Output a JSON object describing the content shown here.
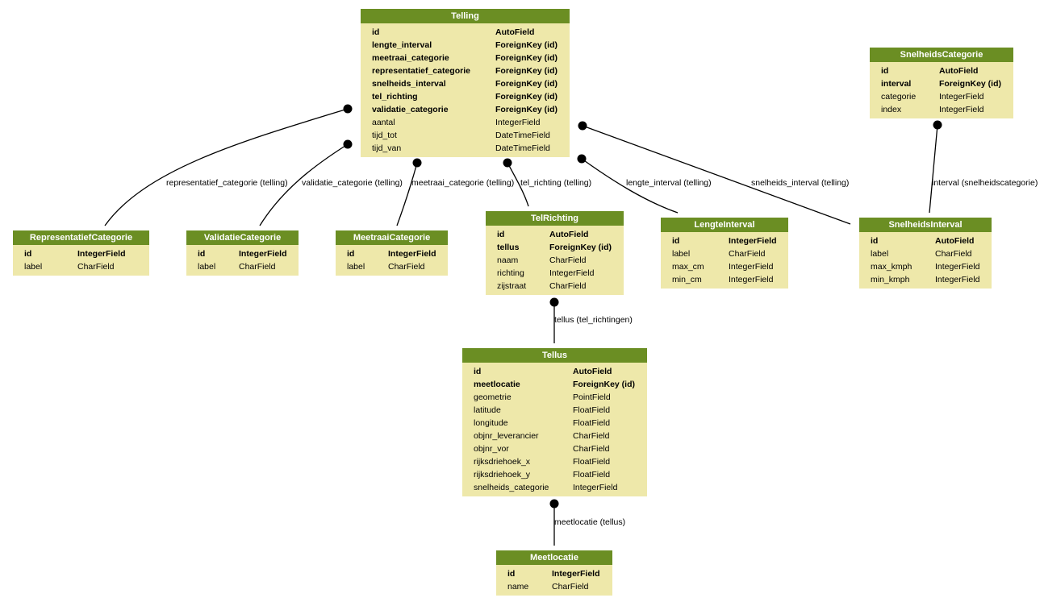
{
  "models": [
    {
      "key": "telling",
      "title": "Telling",
      "fields": [
        {
          "name": "id",
          "type": "AutoField",
          "style": "pk"
        },
        {
          "name": "lengte_interval",
          "type": "ForeignKey (id)",
          "style": "fk"
        },
        {
          "name": "meetraai_categorie",
          "type": "ForeignKey (id)",
          "style": "fk"
        },
        {
          "name": "representatief_categorie",
          "type": "ForeignKey (id)",
          "style": "fk"
        },
        {
          "name": "snelheids_interval",
          "type": "ForeignKey (id)",
          "style": "fk"
        },
        {
          "name": "tel_richting",
          "type": "ForeignKey (id)",
          "style": "fk"
        },
        {
          "name": "validatie_categorie",
          "type": "ForeignKey (id)",
          "style": "fk"
        },
        {
          "name": "aantal",
          "type": "IntegerField",
          "style": ""
        },
        {
          "name": "tijd_tot",
          "type": "DateTimeField",
          "style": ""
        },
        {
          "name": "tijd_van",
          "type": "DateTimeField",
          "style": ""
        }
      ]
    },
    {
      "key": "snelheidscategorie",
      "title": "SnelheidsCategorie",
      "fields": [
        {
          "name": "id",
          "type": "AutoField",
          "style": "pk"
        },
        {
          "name": "interval",
          "type": "ForeignKey (id)",
          "style": "fk"
        },
        {
          "name": "categorie",
          "type": "IntegerField",
          "style": ""
        },
        {
          "name": "index",
          "type": "IntegerField",
          "style": ""
        }
      ]
    },
    {
      "key": "representatiefcategorie",
      "title": "RepresentatiefCategorie",
      "fields": [
        {
          "name": "id",
          "type": "IntegerField",
          "style": "pk"
        },
        {
          "name": "label",
          "type": "CharField",
          "style": ""
        }
      ]
    },
    {
      "key": "validatiecategorie",
      "title": "ValidatieCategorie",
      "fields": [
        {
          "name": "id",
          "type": "IntegerField",
          "style": "pk"
        },
        {
          "name": "label",
          "type": "CharField",
          "style": ""
        }
      ]
    },
    {
      "key": "meetraaicategorie",
      "title": "MeetraaiCategorie",
      "fields": [
        {
          "name": "id",
          "type": "IntegerField",
          "style": "pk"
        },
        {
          "name": "label",
          "type": "CharField",
          "style": ""
        }
      ]
    },
    {
      "key": "telrichting",
      "title": "TelRichting",
      "fields": [
        {
          "name": "id",
          "type": "AutoField",
          "style": "pk"
        },
        {
          "name": "tellus",
          "type": "ForeignKey (id)",
          "style": "fk"
        },
        {
          "name": "naam",
          "type": "CharField",
          "style": ""
        },
        {
          "name": "richting",
          "type": "IntegerField",
          "style": ""
        },
        {
          "name": "zijstraat",
          "type": "CharField",
          "style": ""
        }
      ]
    },
    {
      "key": "lengteinterval",
      "title": "LengteInterval",
      "fields": [
        {
          "name": "id",
          "type": "IntegerField",
          "style": "pk"
        },
        {
          "name": "label",
          "type": "CharField",
          "style": ""
        },
        {
          "name": "max_cm",
          "type": "IntegerField",
          "style": ""
        },
        {
          "name": "min_cm",
          "type": "IntegerField",
          "style": ""
        }
      ]
    },
    {
      "key": "snelheidsinterval",
      "title": "SnelheidsInterval",
      "fields": [
        {
          "name": "id",
          "type": "AutoField",
          "style": "pk"
        },
        {
          "name": "label",
          "type": "CharField",
          "style": ""
        },
        {
          "name": "max_kmph",
          "type": "IntegerField",
          "style": ""
        },
        {
          "name": "min_kmph",
          "type": "IntegerField",
          "style": ""
        }
      ]
    },
    {
      "key": "tellus",
      "title": "Tellus",
      "fields": [
        {
          "name": "id",
          "type": "AutoField",
          "style": "pk"
        },
        {
          "name": "meetlocatie",
          "type": "ForeignKey (id)",
          "style": "fk"
        },
        {
          "name": "geometrie",
          "type": "PointField",
          "style": ""
        },
        {
          "name": "latitude",
          "type": "FloatField",
          "style": ""
        },
        {
          "name": "longitude",
          "type": "FloatField",
          "style": ""
        },
        {
          "name": "objnr_leverancier",
          "type": "CharField",
          "style": ""
        },
        {
          "name": "objnr_vor",
          "type": "CharField",
          "style": ""
        },
        {
          "name": "rijksdriehoek_x",
          "type": "FloatField",
          "style": ""
        },
        {
          "name": "rijksdriehoek_y",
          "type": "FloatField",
          "style": ""
        },
        {
          "name": "snelheids_categorie",
          "type": "IntegerField",
          "style": ""
        }
      ]
    },
    {
      "key": "meetlocatie",
      "title": "Meetlocatie",
      "fields": [
        {
          "name": "id",
          "type": "IntegerField",
          "style": "pk"
        },
        {
          "name": "name",
          "type": "CharField",
          "style": ""
        }
      ]
    }
  ],
  "relations": [
    {
      "key": "rel_representatief",
      "label": "representatief_categorie (telling)"
    },
    {
      "key": "rel_validatie",
      "label": "validatie_categorie (telling)"
    },
    {
      "key": "rel_meetraai",
      "label": "meetraai_categorie (telling)"
    },
    {
      "key": "rel_telrichting",
      "label": "tel_richting (telling)"
    },
    {
      "key": "rel_lengte",
      "label": "lengte_interval (telling)"
    },
    {
      "key": "rel_snelheids_interval",
      "label": "snelheids_interval (telling)"
    },
    {
      "key": "rel_interval",
      "label": "interval (snelheidscategorie)"
    },
    {
      "key": "rel_tellus",
      "label": "tellus (tel_richtingen)"
    },
    {
      "key": "rel_meetlocatie",
      "label": "meetlocatie (tellus)"
    }
  ],
  "colors": {
    "header": "#6b8e23",
    "body": "#eee8aa",
    "edge": "#000000"
  }
}
